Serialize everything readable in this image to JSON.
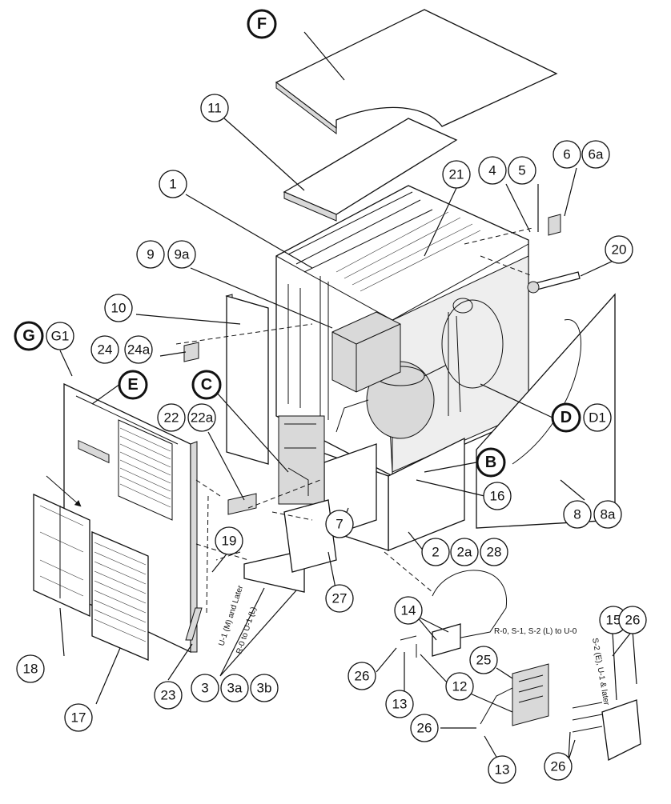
{
  "callouts": {
    "F": "F",
    "E": "E",
    "C": "C",
    "B": "B",
    "D": "D",
    "G": "G",
    "G1": "G1",
    "D1": "D1",
    "n1": "1",
    "n2": "2",
    "n2a": "2a",
    "n28": "28",
    "n3": "3",
    "n3a": "3a",
    "n3b": "3b",
    "n4": "4",
    "n5": "5",
    "n6": "6",
    "n6a": "6a",
    "n7": "7",
    "n8": "8",
    "n8a": "8a",
    "n9": "9",
    "n9a": "9a",
    "n10": "10",
    "n11": "11",
    "n12": "12",
    "n13a": "13",
    "n13b": "13",
    "n14": "14",
    "n15": "15",
    "n16": "16",
    "n17": "17",
    "n18": "18",
    "n19": "19",
    "n20": "20",
    "n21": "21",
    "n22": "22",
    "n22a": "22a",
    "n23": "23",
    "n24": "24",
    "n24a": "24a",
    "n25": "25",
    "n26a": "26",
    "n26b": "26",
    "n26c": "26",
    "n26d": "26",
    "n27": "27"
  },
  "notes": {
    "u1_later": "U-1 (M) and Later",
    "r0_u1": "R-0 to U-1 (L)",
    "r0_u0": "R-0, S-1, S-2 (L) to U-0",
    "s2_later": "S-2 (E), U-1 & later"
  }
}
